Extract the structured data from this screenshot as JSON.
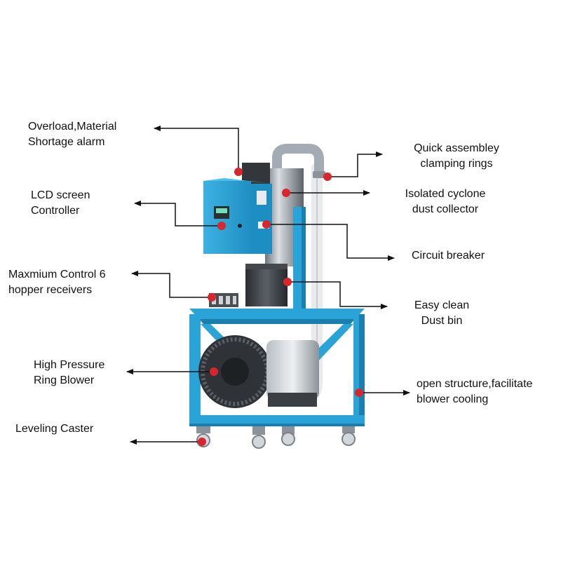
{
  "colors": {
    "frame": "#2aa3d6",
    "frame_dark": "#1b7fad",
    "steel": "#9aa1a8",
    "dark_steel": "#3e4247",
    "marker": "#d7262d",
    "arrow": "#111111"
  },
  "labels": {
    "overload": {
      "line1": "Overload,Material",
      "line2": "Shortage alarm"
    },
    "lcd": {
      "line1": "LCD screen",
      "line2": "Controller"
    },
    "maxcontrol": {
      "line1": "Maxmium Control 6",
      "line2": "hopper receivers"
    },
    "blower": {
      "line1": "High Pressure",
      "line2": "Ring Blower"
    },
    "caster": {
      "line1": "Leveling Caster"
    },
    "clamping": {
      "line1": "Quick assembley",
      "line2": "clamping rings"
    },
    "cyclone": {
      "line1": "Isolated cyclone",
      "line2": "dust collector"
    },
    "breaker": {
      "line1": "Circuit breaker"
    },
    "dustbin": {
      "line1": "Easy clean",
      "line2": "Dust bin"
    },
    "openstruct": {
      "line1": "open structure,facilitate",
      "line2": "blower cooling"
    }
  }
}
